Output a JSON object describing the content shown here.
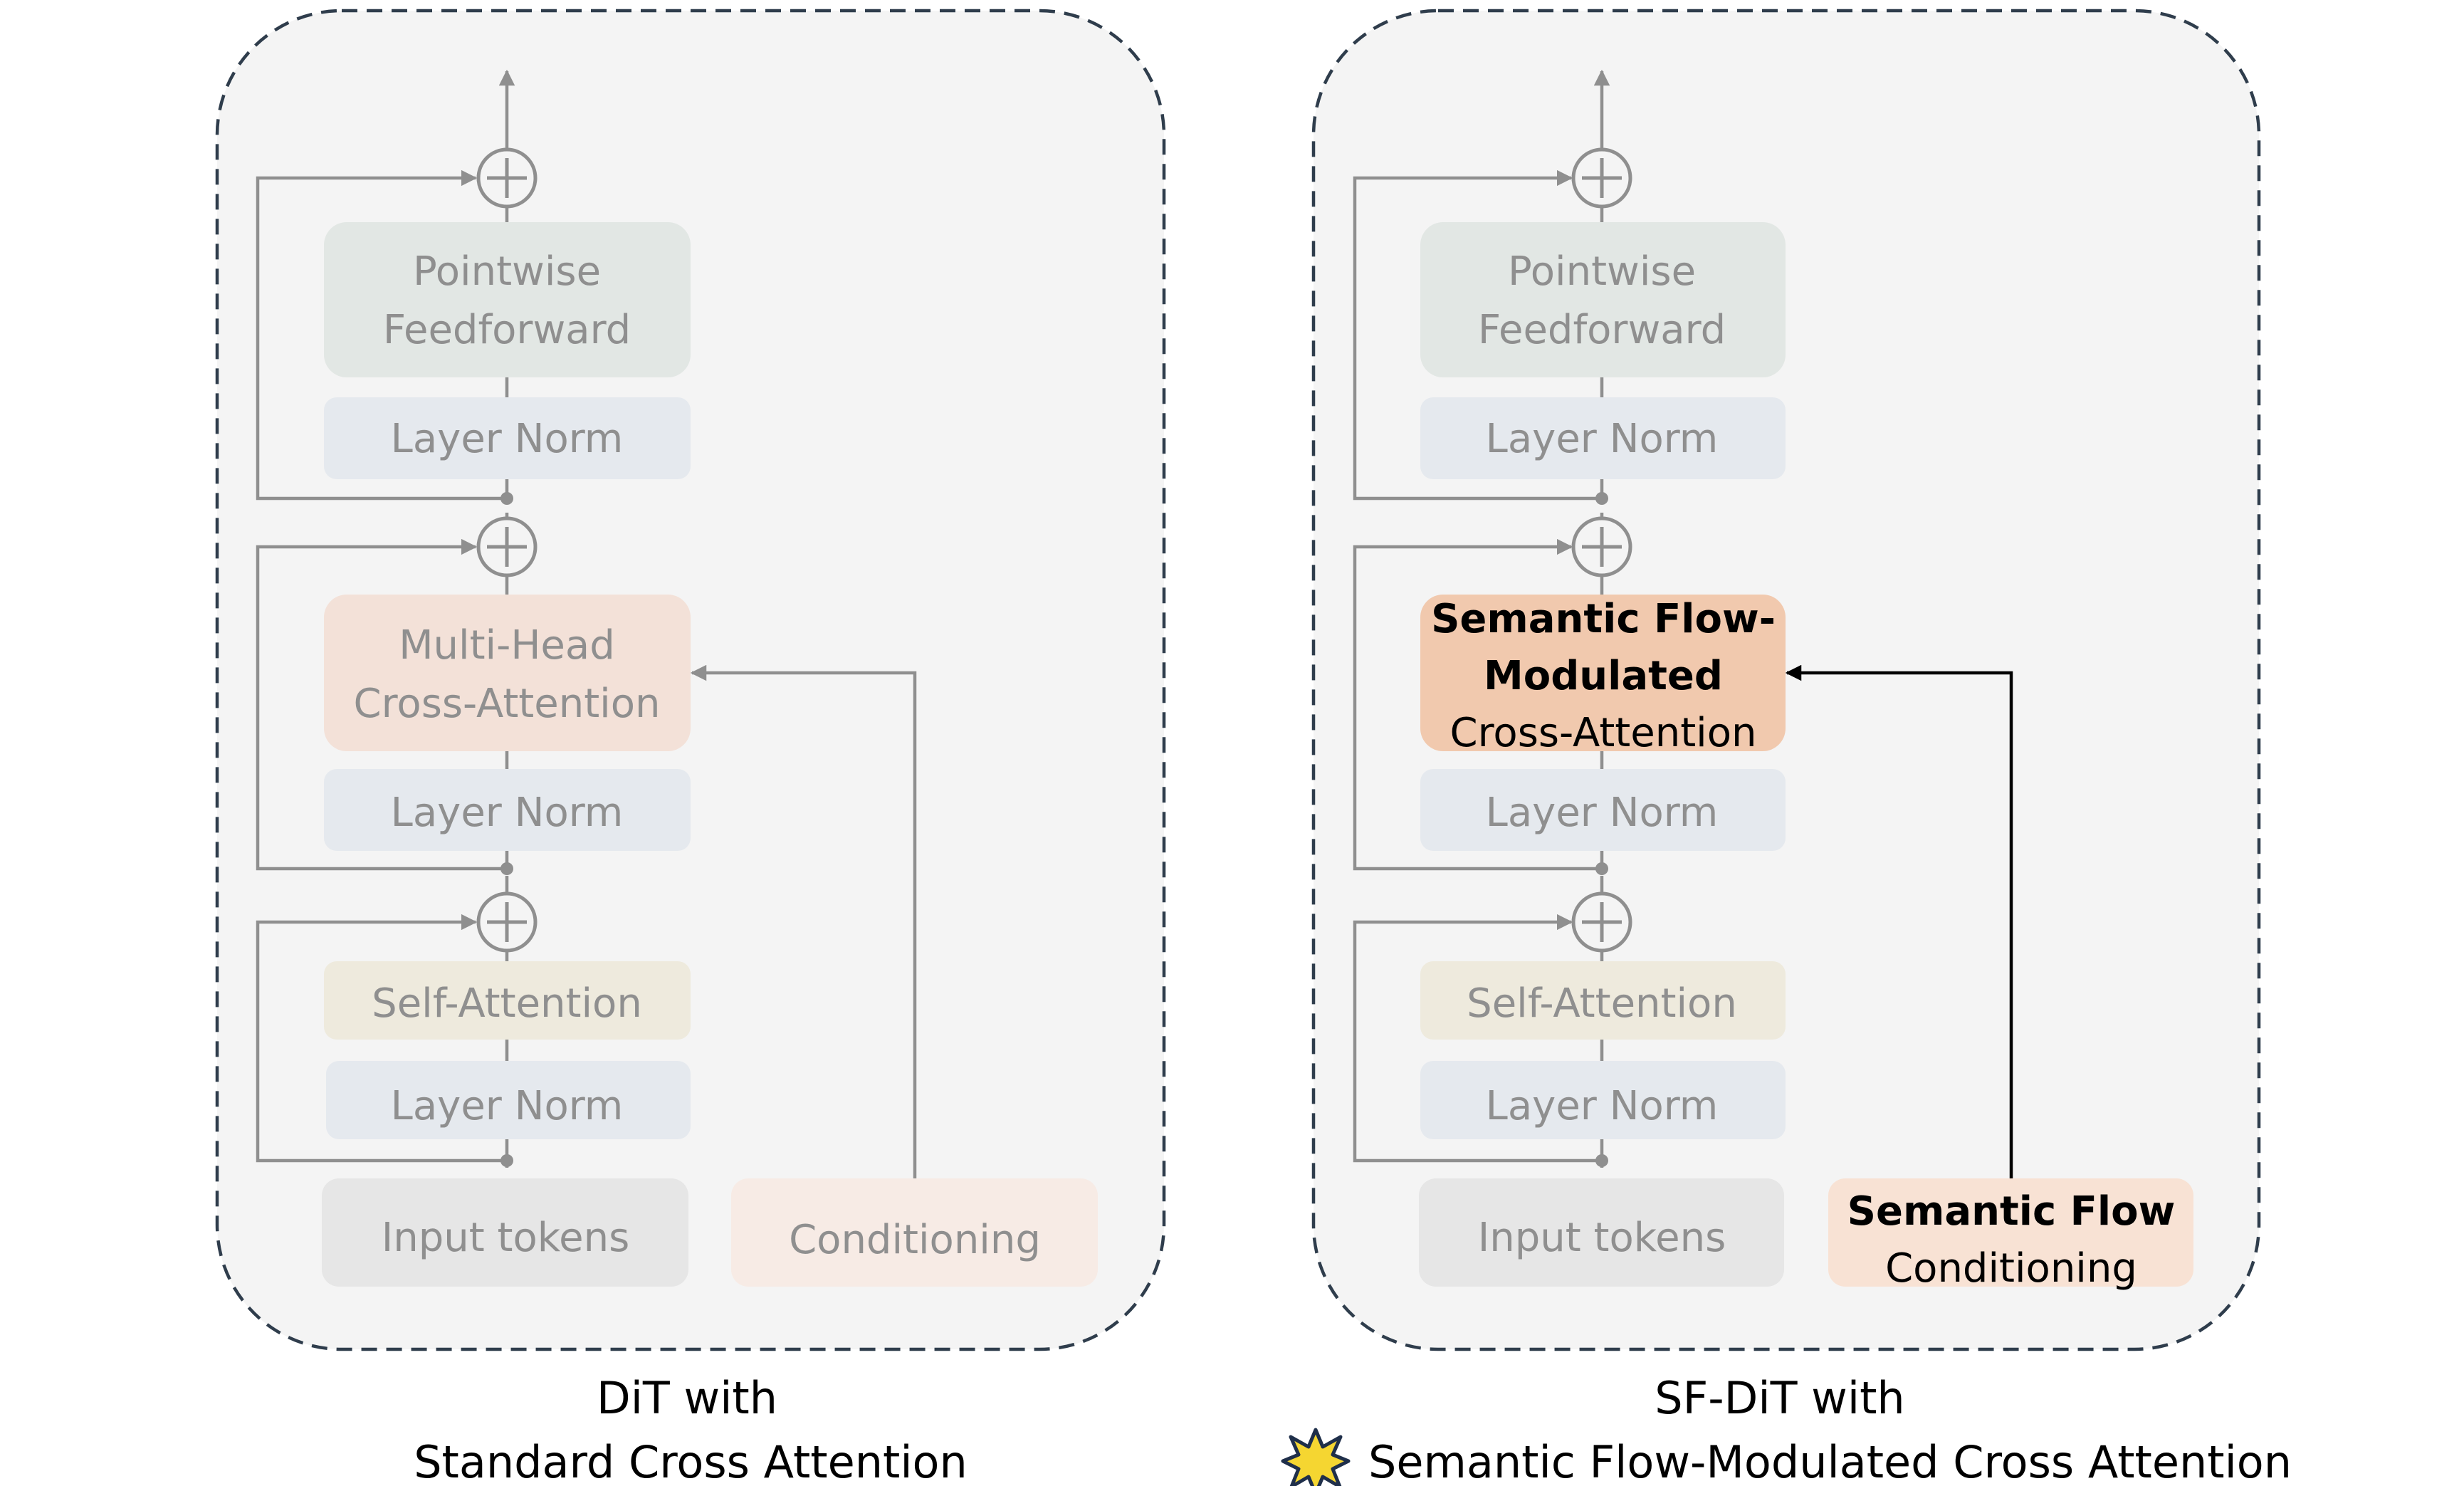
{
  "left_panel": {
    "caption_line1": "DiT with",
    "caption_line2": "Standard Cross Attention",
    "blocks": {
      "feedforward": [
        "Pointwise",
        "Feedforward"
      ],
      "norm_top": "Layer Norm",
      "attention": [
        "Multi-Head",
        "Cross-Attention"
      ],
      "norm_mid": "Layer Norm",
      "self_attention": "Self-Attention",
      "norm_bottom": "Layer Norm",
      "input": "Input tokens",
      "conditioning": "Conditioning"
    }
  },
  "right_panel": {
    "caption_line1": "SF-DiT with",
    "caption_line2": "Semantic Flow-Modulated Cross Attention",
    "blocks": {
      "feedforward": [
        "Pointwise",
        "Feedforward"
      ],
      "norm_top": "Layer Norm",
      "attention": [
        "Semantic Flow-",
        "Modulated",
        "Cross-Attention"
      ],
      "norm_mid": "Layer Norm",
      "self_attention": "Self-Attention",
      "norm_bottom": "Layer Norm",
      "input": "Input tokens",
      "conditioning": [
        "Semantic Flow",
        "Conditioning"
      ]
    }
  },
  "colors": {
    "panel_fill": "#f4f4f4",
    "panel_border": "#2f3d4c",
    "feedforward": "#e2e7e4",
    "layer_norm": "#e5e9ee",
    "cross_attention_faded": "#f3e1d8",
    "cross_attention_highlight": "#f1c9ae",
    "self_attention": "#eeeadd",
    "input_tokens": "#e6e6e6",
    "conditioning_faded": "#f7ebe5",
    "conditioning_highlight": "#f8e2d4",
    "faded_text": "#8f8f8f",
    "highlight_text": "#000000",
    "star": "#f5d631"
  },
  "icons": {
    "caption_badge": "star-burst-icon",
    "residual_add": "plus-circle-icon"
  }
}
